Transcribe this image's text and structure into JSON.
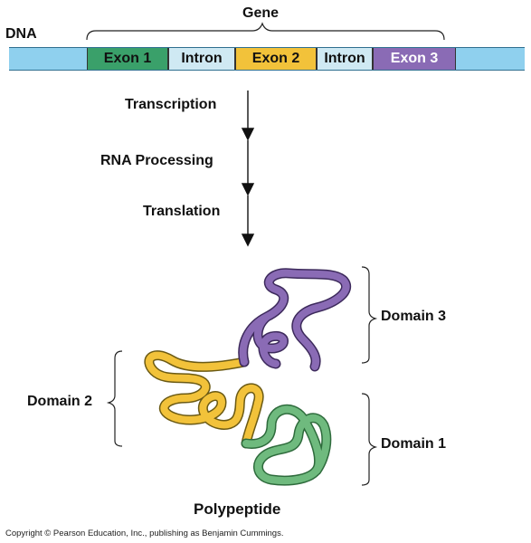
{
  "dna_label": "DNA",
  "gene_label": "Gene",
  "segments": [
    {
      "label": "Exon 1",
      "color": "#3aa06a",
      "text_color": "#111111"
    },
    {
      "label": "Intron",
      "color": "#cfe9f3",
      "text_color": "#111111"
    },
    {
      "label": "Exon 2",
      "color": "#f2c23a",
      "text_color": "#111111"
    },
    {
      "label": "Intron",
      "color": "#cfe9f3",
      "text_color": "#111111"
    },
    {
      "label": "Exon 3",
      "color": "#8a6bb5",
      "text_color": "#ffffff"
    }
  ],
  "steps": [
    "Transcription",
    "RNA Processing",
    "Translation"
  ],
  "domains": [
    {
      "label": "Domain 3",
      "color": "#8a6bb5"
    },
    {
      "label": "Domain 2",
      "color": "#f2c23a"
    },
    {
      "label": "Domain 1",
      "color": "#6fba7e"
    }
  ],
  "polypeptide_label": "Polypeptide",
  "copyright": "Copyright © Pearson Education, Inc., publishing as Benjamin Cummings."
}
